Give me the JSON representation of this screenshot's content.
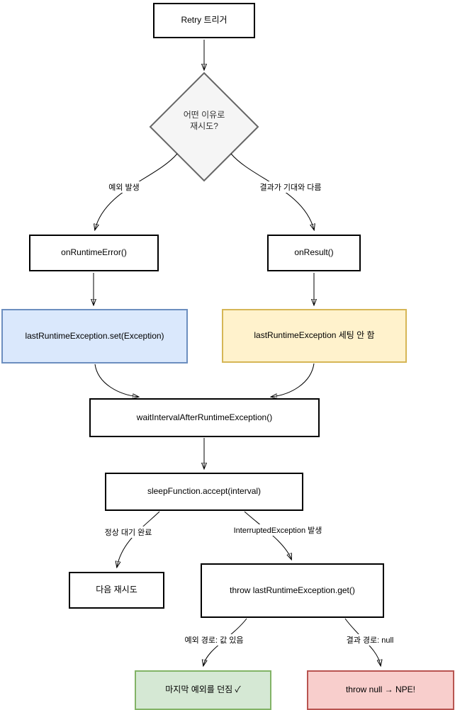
{
  "diagram": {
    "title": "Retry flow diagram",
    "nodes": {
      "retry_trigger": {
        "label": "Retry 트리거"
      },
      "decision": {
        "label": "어떤 이유로\n재시도?"
      },
      "on_runtime_error": {
        "label": "onRuntimeError()"
      },
      "on_result": {
        "label": "onResult()"
      },
      "set_exception": {
        "label": "lastRuntimeException.set(Exception)"
      },
      "not_set": {
        "label": "lastRuntimeException 세팅 안 함"
      },
      "wait_interval": {
        "label": "waitIntervalAfterRuntimeException()"
      },
      "sleep_function": {
        "label": "sleepFunction.accept(interval)"
      },
      "next_retry": {
        "label": "다음 재시도"
      },
      "throw_get": {
        "label": "throw lastRuntimeException.get()"
      },
      "throw_last_exception": {
        "label": "마지막 예외를 던짐 ✓"
      },
      "throw_npe": {
        "label": "throw null → NPE!"
      }
    },
    "edge_labels": {
      "exception_occurred": "예외 발생",
      "result_mismatch": "결과가 기대와 다름",
      "normal_wait_done": "정상 대기 완료",
      "interrupted_exception": "InterruptedException 발생",
      "exception_path": "예외 경로: 값 있음",
      "result_path": "결과 경로: null"
    },
    "colors": {
      "process_fill": "#ffffff",
      "process_border": "#000000",
      "decision_fill": "#f5f5f5",
      "decision_border": "#666666",
      "decision_text": "#333333",
      "blue_fill": "#dae8fc",
      "blue_border": "#6c8ebf",
      "yellow_fill": "#fff2cc",
      "yellow_border": "#d6b656",
      "green_fill": "#d5e8d4",
      "green_border": "#82b366",
      "red_fill": "#f8cecc",
      "red_border": "#b85450",
      "edge_stroke": "#000000"
    }
  }
}
